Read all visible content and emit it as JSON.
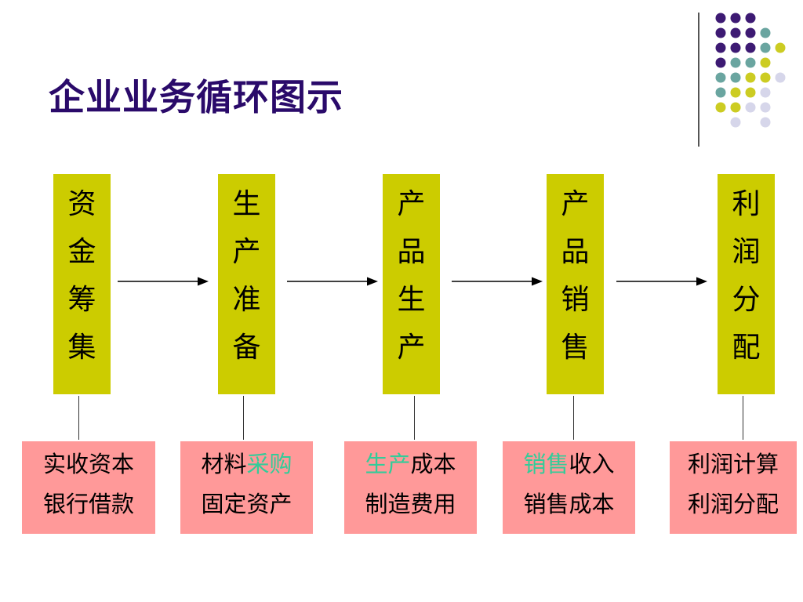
{
  "title": "企业业务循环图示",
  "colors": {
    "title": "#2a0a6a",
    "stage_box": "#cccc00",
    "detail_box": "#ff9999",
    "highlight_text": "#33cc99",
    "dot_purple": "#3d1a73",
    "dot_teal": "#6aa5a0",
    "dot_olive": "#cccc22",
    "dot_lavender": "#d6d6ea"
  },
  "stages": [
    {
      "chars": [
        "资",
        "金",
        "筹",
        "集"
      ]
    },
    {
      "chars": [
        "生",
        "产",
        "准",
        "备"
      ]
    },
    {
      "chars": [
        "产",
        "品",
        "生",
        "产"
      ]
    },
    {
      "chars": [
        "产",
        "品",
        "销",
        "售"
      ]
    },
    {
      "chars": [
        "利",
        "润",
        "分",
        "配"
      ]
    }
  ],
  "details": [
    {
      "line1": {
        "hl": "",
        "rest": "实收资本"
      },
      "line2": "银行借款"
    },
    {
      "line1": {
        "pre": "材料",
        "hl": "采购"
      },
      "line2": "固定资产"
    },
    {
      "line1": {
        "hl": "生产",
        "rest": "成本"
      },
      "line2": "制造费用"
    },
    {
      "line1": {
        "hl": "销售",
        "rest": "收入"
      },
      "line2": "销售成本"
    },
    {
      "line1": {
        "hl": "",
        "rest": "利润计算"
      },
      "line2": "利润分配"
    }
  ]
}
